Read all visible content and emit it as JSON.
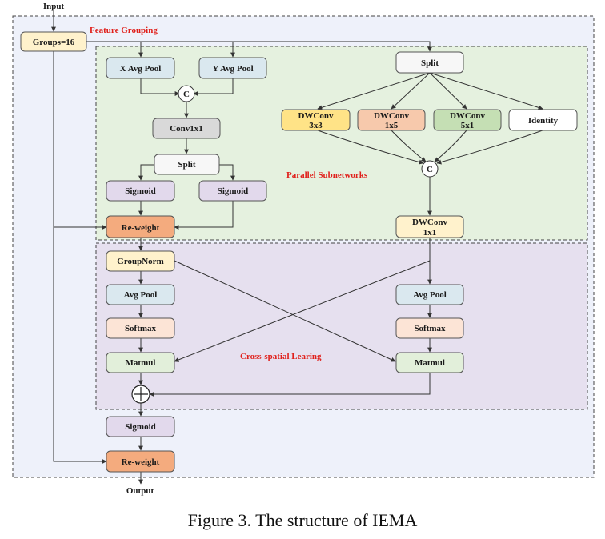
{
  "labels": {
    "input": "Input",
    "output": "Output",
    "feature_grouping": "Feature Grouping",
    "parallel_subnetworks": "Parallel Subnetworks",
    "cross_spatial": "Cross-spatial Learing",
    "concat_symbol": "C",
    "add_symbol": "+"
  },
  "nodes": {
    "groups": "Groups=16",
    "x_avg_pool": "X Avg Pool",
    "y_avg_pool": "Y Avg Pool",
    "conv1x1": "Conv1x1",
    "split_left": "Split",
    "sigmoid_left": "Sigmoid",
    "sigmoid_right": "Sigmoid",
    "reweight_top": "Re-weight",
    "split_right": "Split",
    "dwconv3x3": [
      "DWConv",
      "3x3"
    ],
    "dwconv1x5": [
      "DWConv",
      "1x5"
    ],
    "dwconv5x1": [
      "DWConv",
      "5x1"
    ],
    "identity": "Identity",
    "dwconv1x1": [
      "DWConv",
      "1x1"
    ],
    "groupnorm": "GroupNorm",
    "avg_pool_left": "Avg Pool",
    "softmax_left": "Softmax",
    "matmul_left": "Matmul",
    "avg_pool_right": "Avg Pool",
    "softmax_right": "Softmax",
    "matmul_right": "Matmul",
    "sigmoid_bottom": "Sigmoid",
    "reweight_bottom": "Re-weight"
  },
  "colors": {
    "outer_bg": "#eef1fa",
    "parallel_bg": "#e5f1df",
    "cross_bg": "#e6e0ef",
    "groups_fill": "#fff2cc",
    "blue_fill": "#dae8ef",
    "gray_fill": "#d9d9d9",
    "white_fill": "#f7f7f7",
    "purple_fill": "#e2d9ec",
    "orange_fill": "#f4ab7e",
    "yellow_fill": "#ffe387",
    "salmon_fill": "#f7c9ac",
    "green_fill": "#c5dfb4",
    "cream_fill": "#fff2cc",
    "peach_fill": "#fce4d6",
    "light_green_fill": "#e2efda",
    "label_red": "#e0201b"
  },
  "caption": "Figure 3. The structure of IEMA"
}
